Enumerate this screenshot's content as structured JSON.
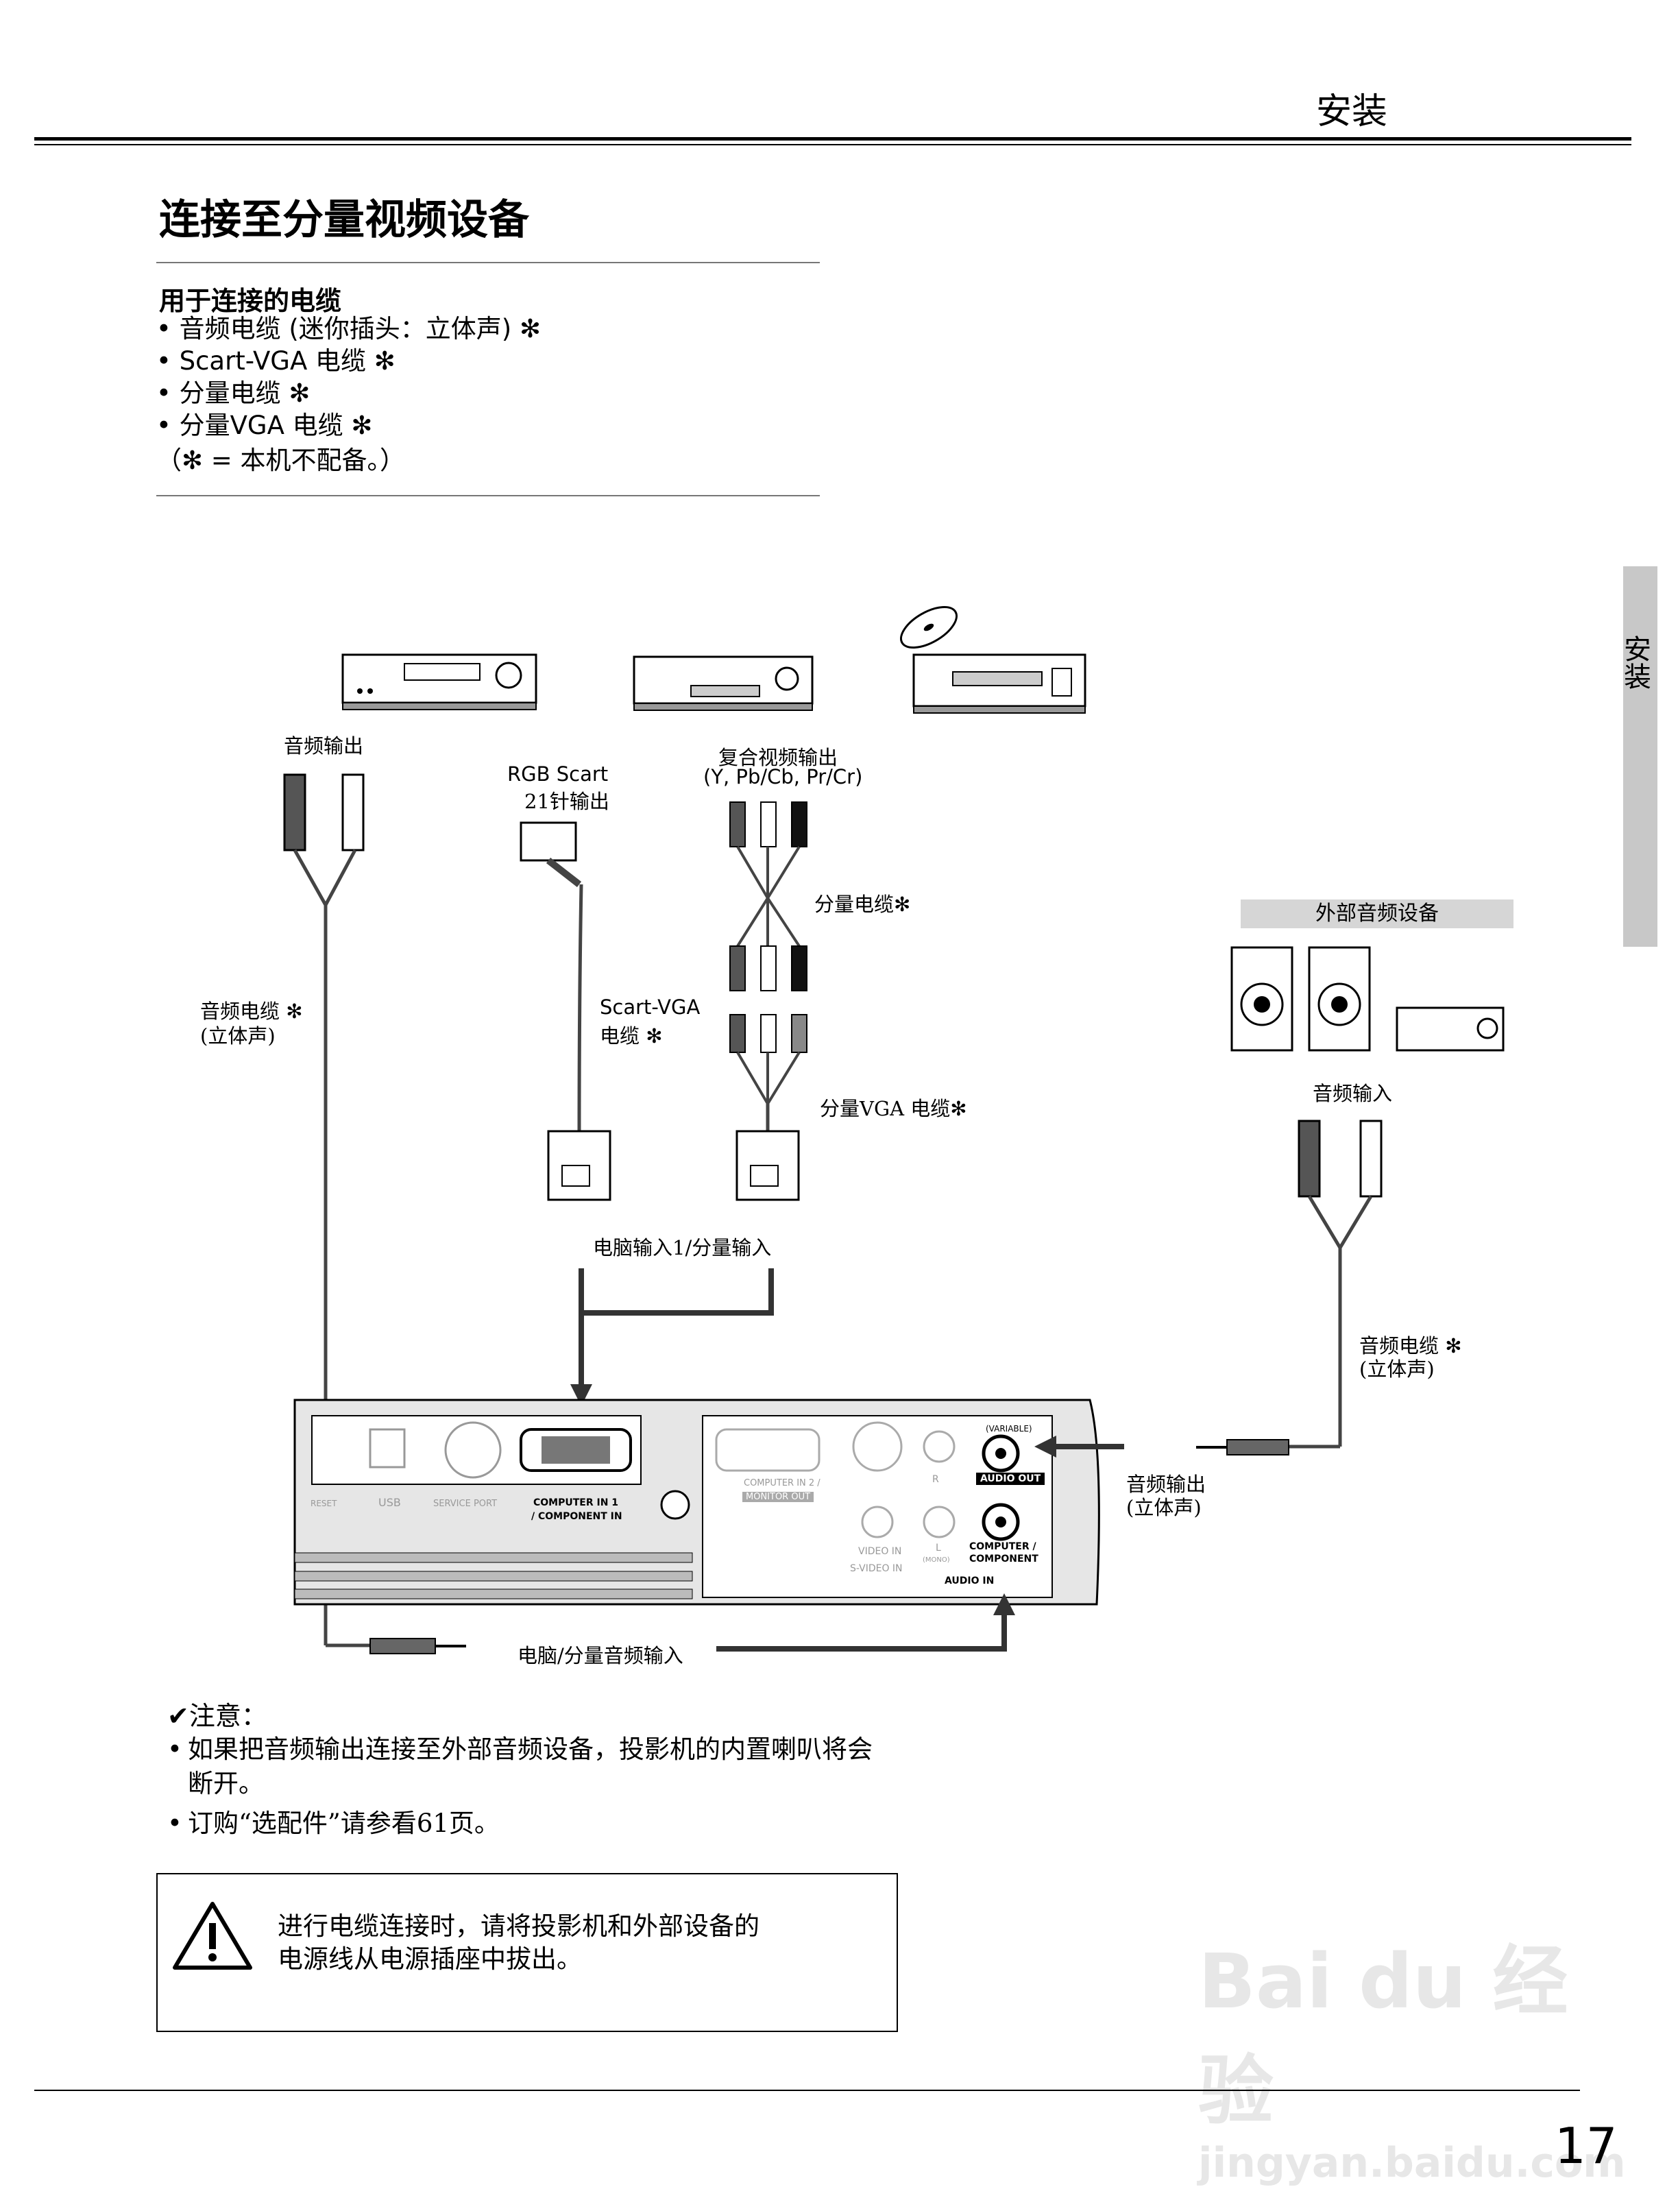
{
  "header": {
    "section": "安装",
    "page_number": "17"
  },
  "page_title": "连接至分量视频设备",
  "cables": {
    "title": "用于连接的电缆",
    "items": [
      "• 音频电缆 (迷你插头：立体声) ✻",
      "• Scart-VGA 电缆 ✻",
      "• 分量电缆 ✻",
      "• 分量VGA 电缆 ✻"
    ],
    "footnote": "（✻ = 本机不配备。）"
  },
  "side_tab": "安装",
  "diagram": {
    "audio_out_top": "音频输出",
    "rgb_scart_1": "RGB Scart",
    "rgb_scart_2": "21针输出",
    "composite_out_1": "复合视频输出",
    "composite_out_2": "(Y, Pb/Cb, Pr/Cr)",
    "component_cable": "分量电缆✻",
    "external_audio": "外部音频设备",
    "audio_cable_left_1": "音频电缆 ✻",
    "audio_cable_left_2": "(立体声)",
    "scart_vga_1": "Scart-VGA",
    "scart_vga_2": "电缆 ✻",
    "component_vga": "分量VGA 电缆✻",
    "audio_in": "音频输入",
    "computer_in": "电脑输入1/分量输入",
    "audio_cable_right_1": "音频电缆 ✻",
    "audio_cable_right_2": "(立体声)",
    "audio_out_right_1": "音频输出",
    "audio_out_right_2": "(立体声)",
    "pc_audio_in": "电脑/分量音频输入",
    "panel": {
      "variable": "(VARIABLE)",
      "audio_out": "AUDIO OUT",
      "usb": "USB",
      "service_port": "SERVICE PORT",
      "reset": "RESET",
      "computer_in_1a": "COMPUTER IN 1",
      "computer_in_1b": "/ COMPONENT IN",
      "computer_in_2": "COMPUTER IN 2 /",
      "monitor_out": "MONITOR OUT",
      "video_in": "VIDEO IN",
      "s_video_in": "S-VIDEO IN",
      "r": "R",
      "l": "L",
      "mono": "(MONO)",
      "computer_comp_1": "COMPUTER /",
      "computer_comp_2": "COMPONENT",
      "audio_in": "AUDIO IN"
    }
  },
  "notes": {
    "heading": "✔注意：",
    "items": [
      "如果把音频输出连接至外部音频设备，投影机的内置喇叭将会断开。",
      "订购“选配件”请参看61页。"
    ]
  },
  "warning": {
    "line1": "进行电缆连接时，请将投影机和外部设备的",
    "line2": "电源线从电源插座中拔出。"
  },
  "watermark": {
    "brand": "Bai du 经验",
    "url": "jingyan.baidu.com"
  }
}
